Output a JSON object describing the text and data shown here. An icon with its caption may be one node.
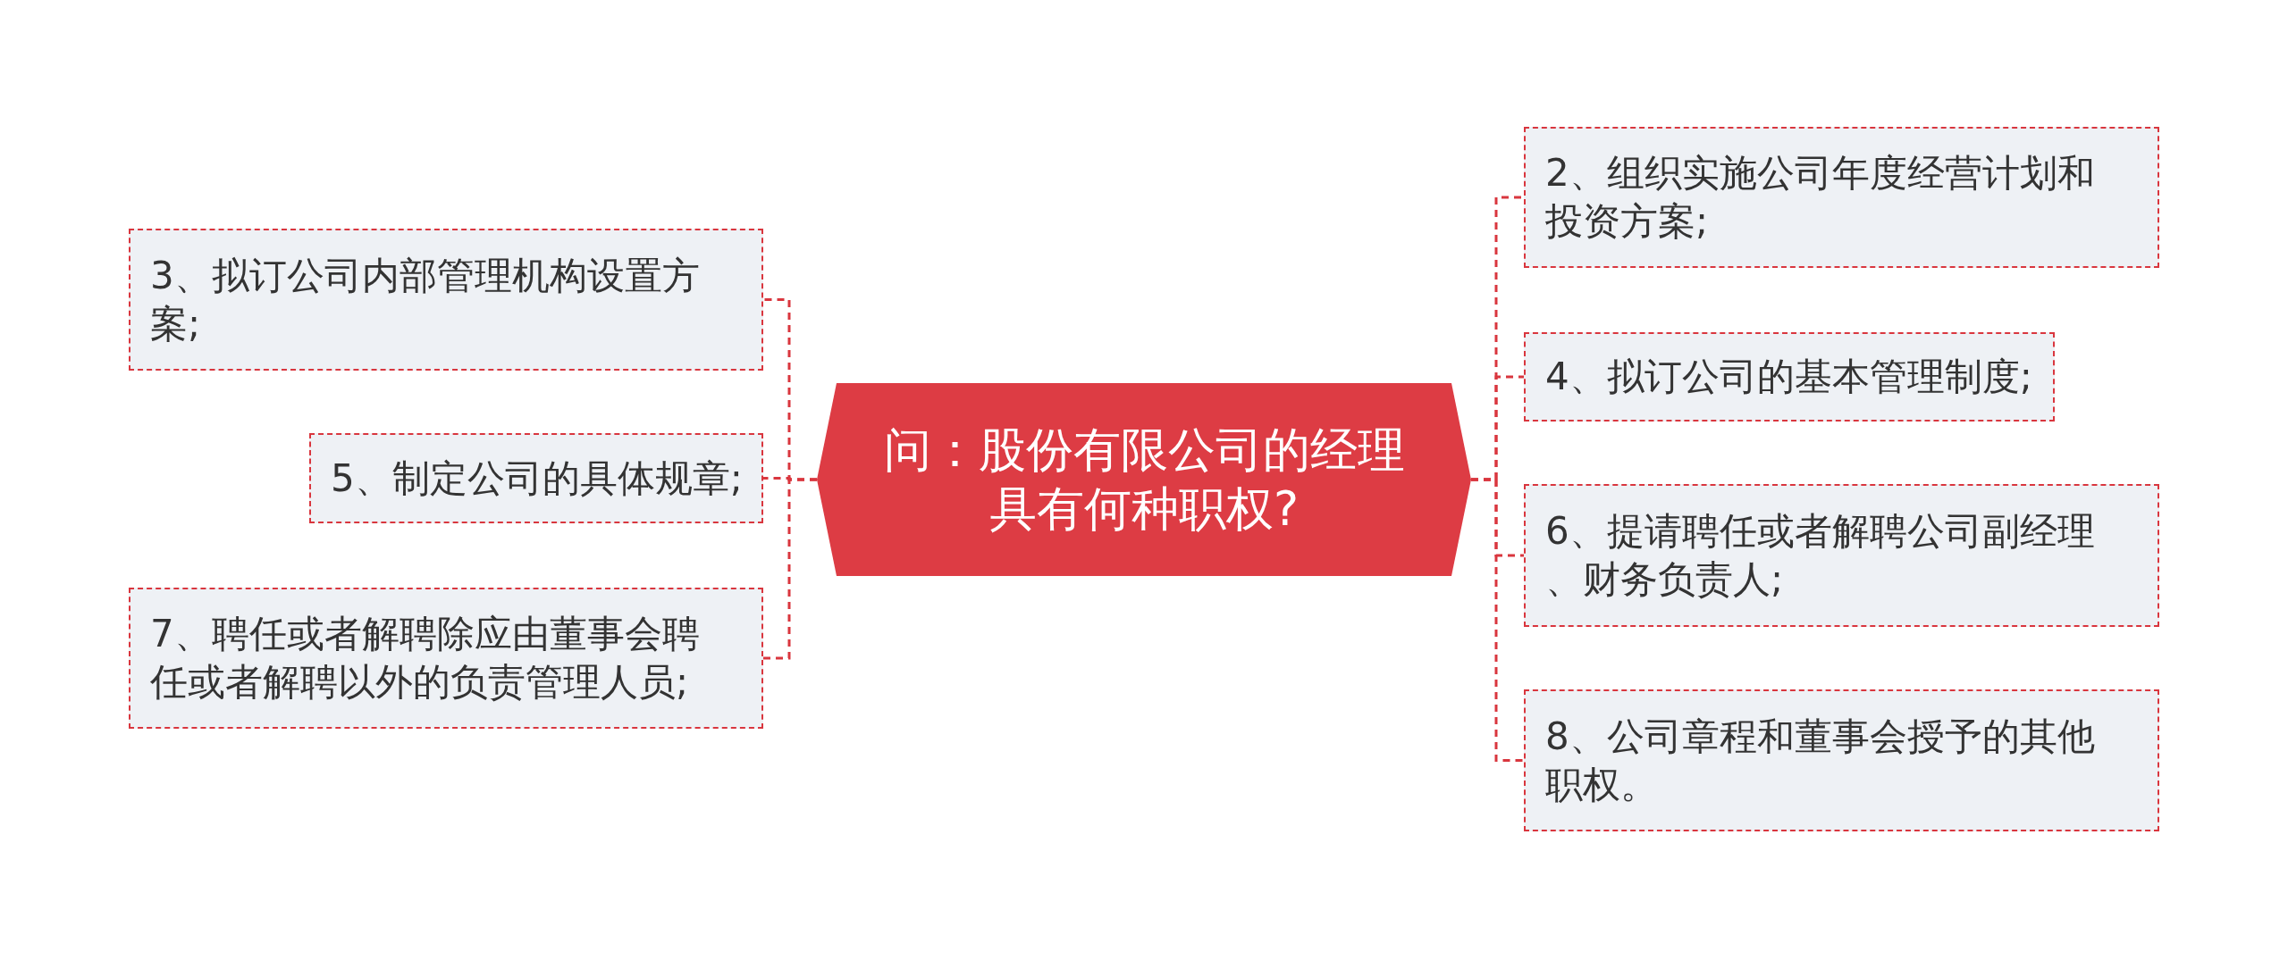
{
  "diagram": {
    "nodes": [
      {
        "text": [
          "问：股份有限公司的经理具有何种职权?"
        ]
      },
      {
        "text": [
          "2、组织实施公司年度经营计划和投资方案;"
        ]
      },
      {
        "text": [
          "3、拟订公司内部管理机构设置方案;"
        ]
      },
      {
        "text": [
          "4、拟订公司的基本管理制度;"
        ]
      },
      {
        "text": [
          "5、制定公司的具体规章;"
        ]
      },
      {
        "text": [
          "6、提请聘任或者解聘公司副经理、财务负责人;"
        ]
      },
      {
        "text": [
          "7、聘任或者解聘除应由董事会聘任或者解聘以外的负责管理人员;"
        ]
      },
      {
        "text": [
          "8、公司章程和董事会授予的其他职权。"
        ]
      }
    ],
    "edges": [
      {
        "from": 0,
        "to": 1,
        "arrow": "none",
        "style": "dashed"
      },
      {
        "from": 0,
        "to": 2,
        "arrow": "none",
        "style": "dashed"
      },
      {
        "from": 0,
        "to": 3,
        "arrow": "none",
        "style": "dashed"
      },
      {
        "from": 0,
        "to": 4,
        "arrow": "none",
        "style": "dashed"
      },
      {
        "from": 0,
        "to": 5,
        "arrow": "none",
        "style": "dashed"
      },
      {
        "from": 0,
        "to": 6,
        "arrow": "none",
        "style": "dashed"
      },
      {
        "from": 0,
        "to": 7,
        "arrow": "none",
        "style": "dashed"
      }
    ]
  }
}
